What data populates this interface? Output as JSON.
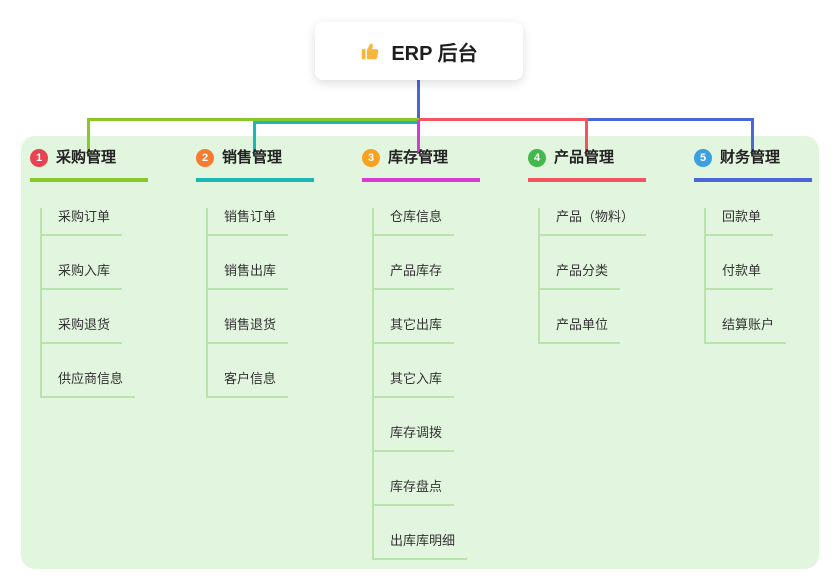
{
  "root": {
    "label": "ERP 后台",
    "line_color": "#4a66d8",
    "icon": "thumbs-up"
  },
  "branches": [
    {
      "num": "1",
      "label": "采购管理",
      "badge_color": "#e84352",
      "line_color": "#8bc72a",
      "children": [
        "采购订单",
        "采购入库",
        "采购退货",
        "供应商信息"
      ]
    },
    {
      "num": "2",
      "label": "销售管理",
      "badge_color": "#f87c2f",
      "line_color": "#1cb9b4",
      "children": [
        "销售订单",
        "销售出库",
        "销售退货",
        "客户信息"
      ]
    },
    {
      "num": "3",
      "label": "库存管理",
      "badge_color": "#f9a21f",
      "line_color": "#d83bd2",
      "children": [
        "仓库信息",
        "产品库存",
        "其它出库",
        "其它入库",
        "库存调拨",
        "库存盘点",
        "出库库明细"
      ]
    },
    {
      "num": "4",
      "label": "产品管理",
      "badge_color": "#43b94d",
      "line_color": "#f2555d",
      "children": [
        "产品（物料）",
        "产品分类",
        "产品单位"
      ]
    },
    {
      "num": "5",
      "label": "财务管理",
      "badge_color": "#3b9fe0",
      "line_color": "#4a66d8",
      "children": [
        "回款单",
        "付款单",
        "结算账户"
      ]
    }
  ],
  "panel_color": "#e2f5de"
}
